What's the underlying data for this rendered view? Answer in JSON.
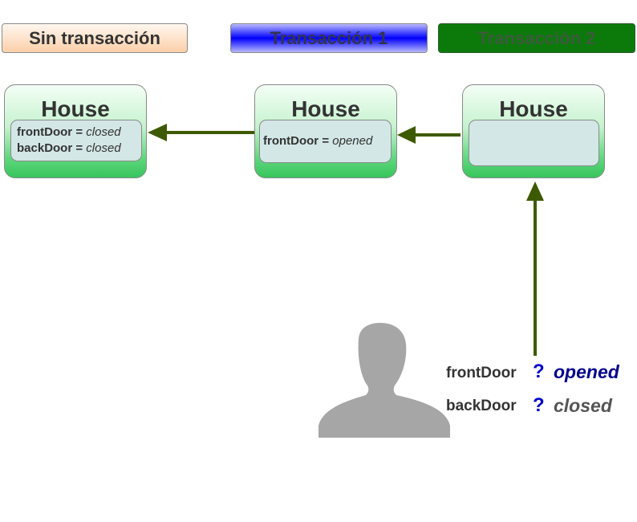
{
  "headers": [
    "Sin transacción",
    "Transacción 1",
    "Transacción 2"
  ],
  "houses": [
    {
      "title": "House",
      "fields": [
        {
          "name": "frontDoor",
          "op": "=",
          "value": "closed"
        },
        {
          "name": "backDoor",
          "op": "=",
          "value": "closed"
        }
      ]
    },
    {
      "title": "House",
      "fields": [
        {
          "name": "frontDoor",
          "op": "=",
          "value": "opened"
        }
      ]
    },
    {
      "title": "House",
      "fields": []
    }
  ],
  "query": [
    {
      "name": "frontDoor",
      "mark": "?",
      "value": "opened"
    },
    {
      "name": "backDoor",
      "mark": "?",
      "value": "closed"
    }
  ],
  "colors": {
    "arrow": "#3d5a00",
    "user_silhouette": "#a6a6a6",
    "house_green": "#38c55c",
    "question_mark": "#0000cc"
  },
  "icons": {
    "user": "user-silhouette-icon"
  }
}
